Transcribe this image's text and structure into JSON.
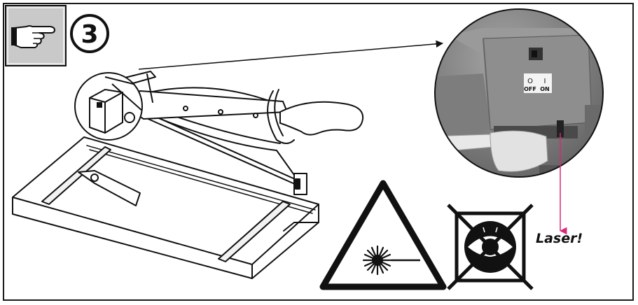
{
  "step": {
    "number": "3"
  },
  "switch": {
    "off_symbol": "O",
    "on_symbol": "I",
    "off_label": "OFF",
    "on_label": "ON"
  },
  "warning": {
    "laser_label": "Laser!"
  },
  "icons": {
    "hand": "pointing-hand-icon",
    "laser_warning": "laser-warning-triangle-icon",
    "no_eye": "do-not-look-eye-icon"
  },
  "colors": {
    "arrow": "#d8287a",
    "badge_bg": "#c9c9c9",
    "photo_bg": "#8c8c8c"
  }
}
